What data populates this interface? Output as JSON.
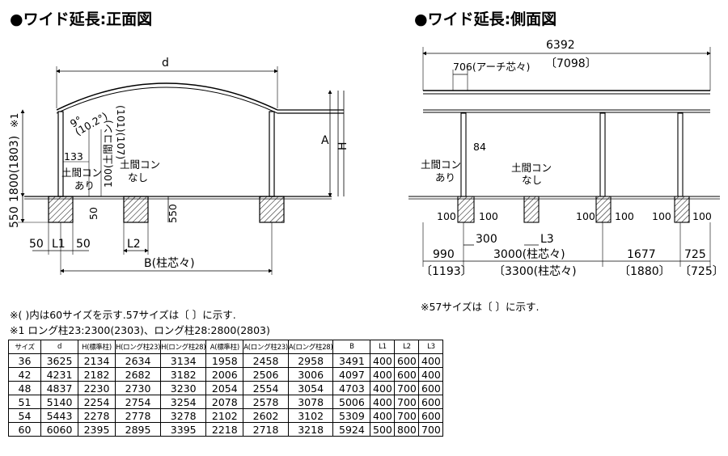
{
  "front": {
    "title": "●ワイド延長:正面図",
    "d": "d",
    "B": "B(柱芯々)",
    "H": "H",
    "A": "A",
    "h1800": "1800(1803)",
    "h550": "550",
    "note_mark": "※1",
    "deg": "9°",
    "deg2": "(10.2°)",
    "d133": "133",
    "d100top": "100(土間コン)",
    "d100a": "100",
    "d107": "(101)(107)",
    "d50v": "50",
    "d550r": "550",
    "dohama_ari": "土間コン",
    "ari": "あり",
    "dohama_nashi": "土間コン",
    "nashi": "なし",
    "b50a": "50",
    "L1": "L1",
    "b50b": "50",
    "L2": "L2"
  },
  "side": {
    "title": "●ワイド延長:側面図",
    "w6392": "6392",
    "w7098": "〔7098〕",
    "arch": "706(アーチ芯々)",
    "d84": "84",
    "dohama_ari": "土間コン",
    "ari": "あり",
    "dohama_nashi": "土間コン",
    "nashi": "なし",
    "c100": [
      "100",
      "100",
      "100",
      "100",
      "100",
      "100"
    ],
    "d300": "300",
    "L3": "L3",
    "s990": "990",
    "s1193": "〔1193〕",
    "s3000": "3000(柱芯々)",
    "s3300": "〔3300(柱芯々)",
    "s1677": "1677",
    "s1880": "〔1880〕",
    "s725": "725",
    "s725b": "〔725〕",
    "note": "※57サイズは〔 〕に示す."
  },
  "notes": {
    "line1": "※( )内は60サイズを示す.57サイズは〔 〕に示す.",
    "line2": "※1 ロング柱23:2300(2303)、ロング柱28:2800(2803)"
  },
  "table": {
    "headers": [
      "サイズ",
      "d",
      "H(標準柱)",
      "H(ロング柱23)",
      "H(ロング柱28)",
      "A(標準柱)",
      "A(ロング柱23)",
      "A(ロング柱28)",
      "B",
      "L1",
      "L2",
      "L3"
    ],
    "rows": [
      [
        "36",
        "3625",
        "2134",
        "2634",
        "3134",
        "1958",
        "2458",
        "2958",
        "3491",
        "400",
        "600",
        "400"
      ],
      [
        "42",
        "4231",
        "2182",
        "2682",
        "3182",
        "2006",
        "2506",
        "3006",
        "4097",
        "400",
        "600",
        "400"
      ],
      [
        "48",
        "4837",
        "2230",
        "2730",
        "3230",
        "2054",
        "2554",
        "3054",
        "4703",
        "400",
        "700",
        "600"
      ],
      [
        "51",
        "5140",
        "2254",
        "2754",
        "3254",
        "2078",
        "2578",
        "3078",
        "5006",
        "400",
        "700",
        "600"
      ],
      [
        "54",
        "5443",
        "2278",
        "2778",
        "3278",
        "2102",
        "2602",
        "3102",
        "5309",
        "400",
        "700",
        "600"
      ],
      [
        "60",
        "6060",
        "2395",
        "2895",
        "3395",
        "2218",
        "2718",
        "3218",
        "5924",
        "500",
        "800",
        "700"
      ]
    ]
  }
}
